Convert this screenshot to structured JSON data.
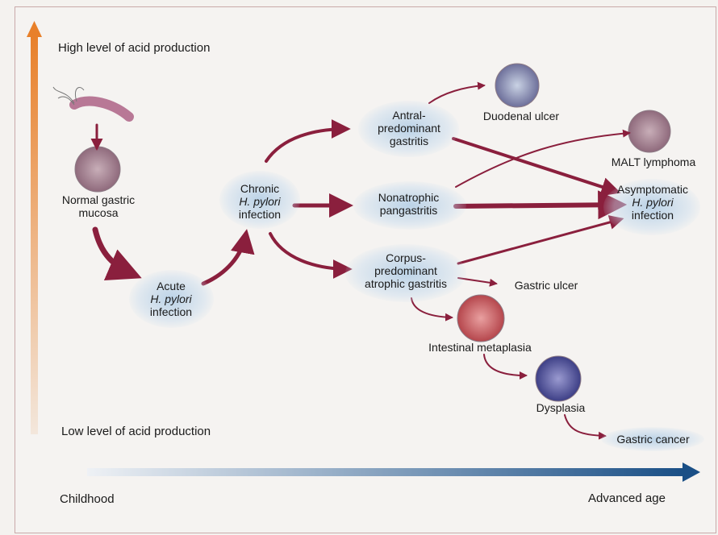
{
  "axis": {
    "high_acid": "High level of acid production",
    "low_acid": "Low level of acid production",
    "childhood": "Childhood",
    "advanced_age": "Advanced age"
  },
  "nodes": {
    "normal_mucosa": [
      "Normal gastric",
      "mucosa"
    ],
    "acute": [
      "Acute",
      "H. pylori",
      "infection"
    ],
    "chronic": [
      "Chronic",
      "H. pylori",
      "infection"
    ],
    "antral": [
      "Antral-",
      "predominant",
      "gastritis"
    ],
    "nonatrophic": [
      "Nonatrophic",
      "pangastritis"
    ],
    "corpus": [
      "Corpus-",
      "predominant",
      "atrophic gastritis"
    ],
    "duodenal_ulcer": "Duodenal ulcer",
    "malt": "MALT lymphoma",
    "asymptomatic": [
      "Asymptomatic",
      "H. pylori",
      "infection"
    ],
    "gastric_ulcer": "Gastric ulcer",
    "metaplasia": "Intestinal metaplasia",
    "dysplasia": "Dysplasia",
    "gastric_cancer": "Gastric cancer"
  },
  "colors": {
    "arrow": "#8a1f3d",
    "acid_axis_top": "#e8802a",
    "age_axis_end": "#1a4f86",
    "node_glow": "#a8c8e4"
  }
}
